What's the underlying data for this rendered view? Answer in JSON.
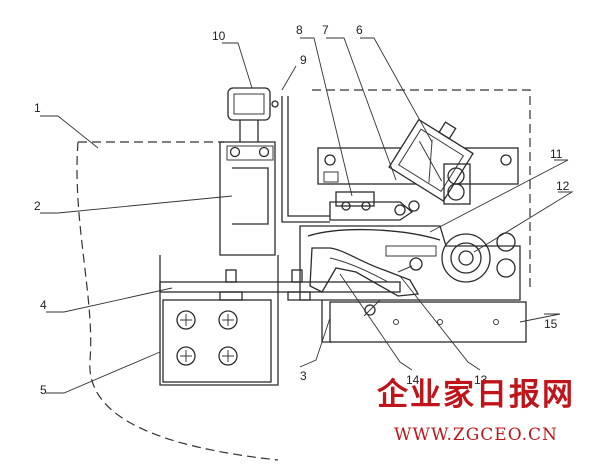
{
  "callouts": {
    "c1": "1",
    "c2": "2",
    "c3": "3",
    "c4": "4",
    "c5": "5",
    "c6": "6",
    "c7": "7",
    "c8": "8",
    "c9": "9",
    "c10": "10",
    "c11": "11",
    "c12": "12",
    "c13": "13",
    "c14": "14",
    "c15": "15"
  },
  "watermark": {
    "name": "企业家日报网",
    "url": "WWW.ZGCEO.CN"
  },
  "colors": {
    "line": "#2b2b2b",
    "watermark": "#c0141a"
  }
}
